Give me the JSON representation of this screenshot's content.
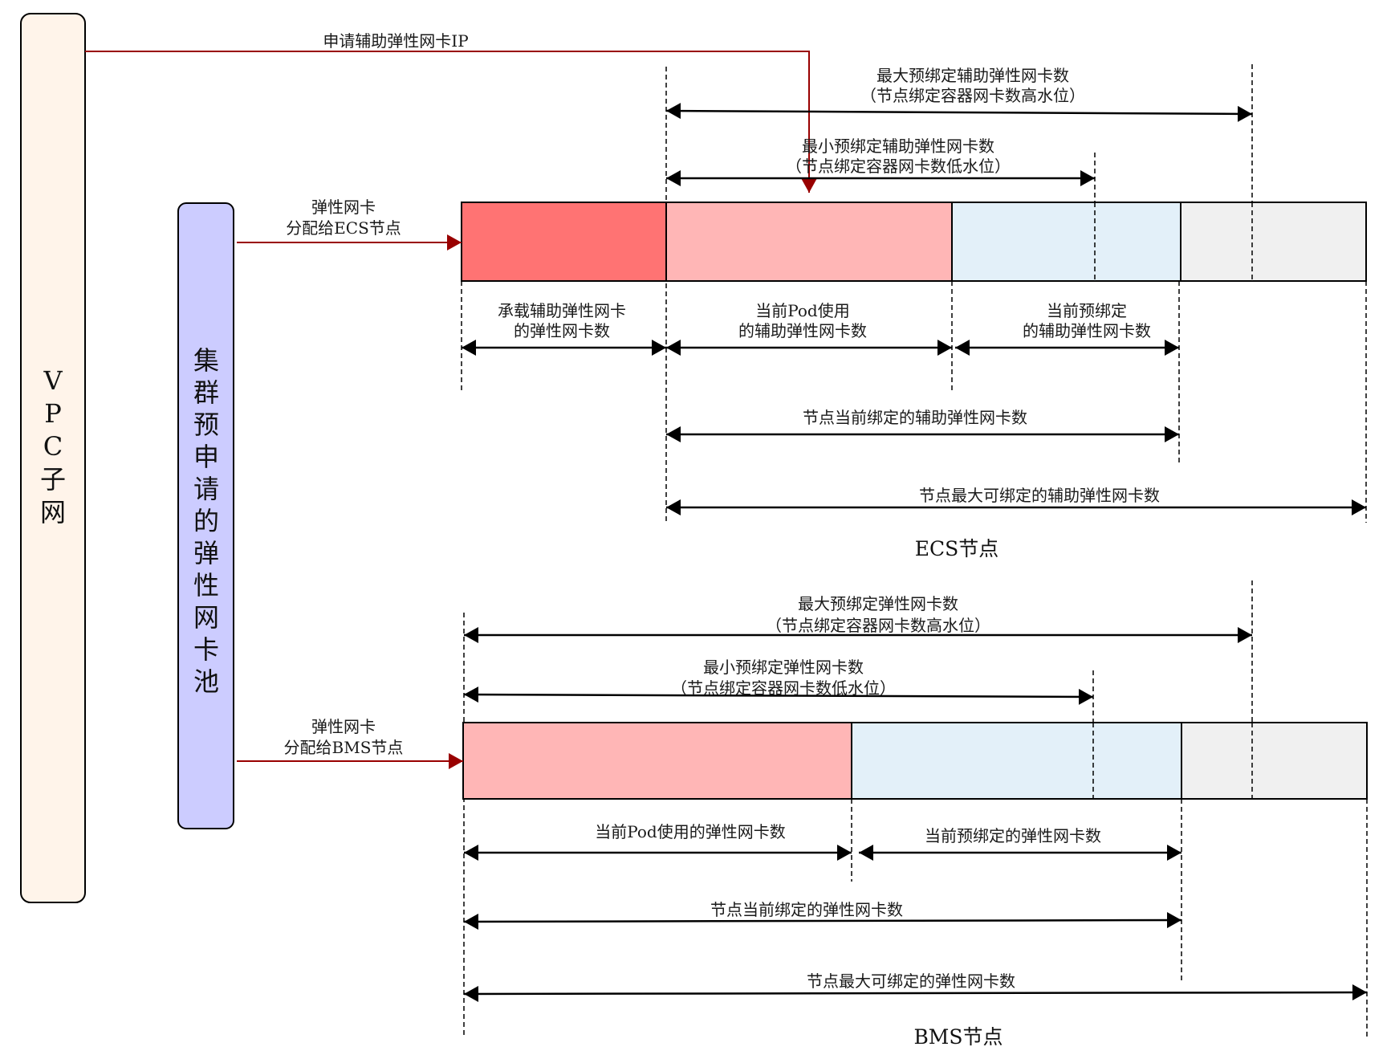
{
  "colors": {
    "vpc_fill": "#FFF4EA",
    "pool_fill": "#CCCCFF",
    "flow_arrow": "#990000",
    "eni_trunk": "#FF7373",
    "pod_used": "#FFB6B6",
    "prebound": "#E3F0F9",
    "unbound": "#F0F0F0",
    "stroke": "#000000"
  },
  "vpc": {
    "label": "VPC子网",
    "chars": [
      "V",
      "P",
      "C",
      "子",
      "网"
    ]
  },
  "pool": {
    "label": "集群预申请的弹性网卡池",
    "chars": [
      "集",
      "群",
      "预",
      "申",
      "请",
      "的",
      "弹",
      "性",
      "网",
      "卡",
      "池"
    ]
  },
  "request_arrow": {
    "label": "申请辅助弹性网卡IP"
  },
  "ecs": {
    "title": "ECS节点",
    "assign_arrow": {
      "line1": "弹性网卡",
      "line2": "分配给ECS节点"
    },
    "segments": [
      {
        "name": "eni-trunk",
        "legend": [
          "承载辅助弹性网卡",
          "的弹性网卡数"
        ]
      },
      {
        "name": "pod-used",
        "legend": [
          "当前Pod使用",
          "的辅助弹性网卡数"
        ]
      },
      {
        "name": "prebound",
        "legend": [
          "当前预绑定",
          "的辅助弹性网卡数"
        ]
      },
      {
        "name": "unbound",
        "legend": []
      }
    ],
    "max_prebind": {
      "line1": "最大预绑定辅助弹性网卡数",
      "line2": "（节点绑定容器网卡数高水位）"
    },
    "min_prebind": {
      "line1": "最小预绑定辅助弹性网卡数",
      "line2": "（节点绑定容器网卡数低水位）"
    },
    "current_bound": "节点当前绑定的辅助弹性网卡数",
    "max_bindable": "节点最大可绑定的辅助弹性网卡数"
  },
  "bms": {
    "title": "BMS节点",
    "assign_arrow": {
      "line1": "弹性网卡",
      "line2": "分配给BMS节点"
    },
    "segments": [
      {
        "name": "pod-used",
        "legend": [
          "当前Pod使用的弹性网卡数"
        ]
      },
      {
        "name": "prebound",
        "legend": [
          "当前预绑定的弹性网卡数"
        ]
      },
      {
        "name": "unbound",
        "legend": []
      }
    ],
    "max_prebind": {
      "line1": "最大预绑定弹性网卡数",
      "line2": "（节点绑定容器网卡数高水位）"
    },
    "min_prebind": {
      "line1": "最小预绑定弹性网卡数",
      "line2": "（节点绑定容器网卡数低水位）"
    },
    "current_bound": "节点当前绑定的弹性网卡数",
    "max_bindable": "节点最大可绑定的弹性网卡数"
  }
}
